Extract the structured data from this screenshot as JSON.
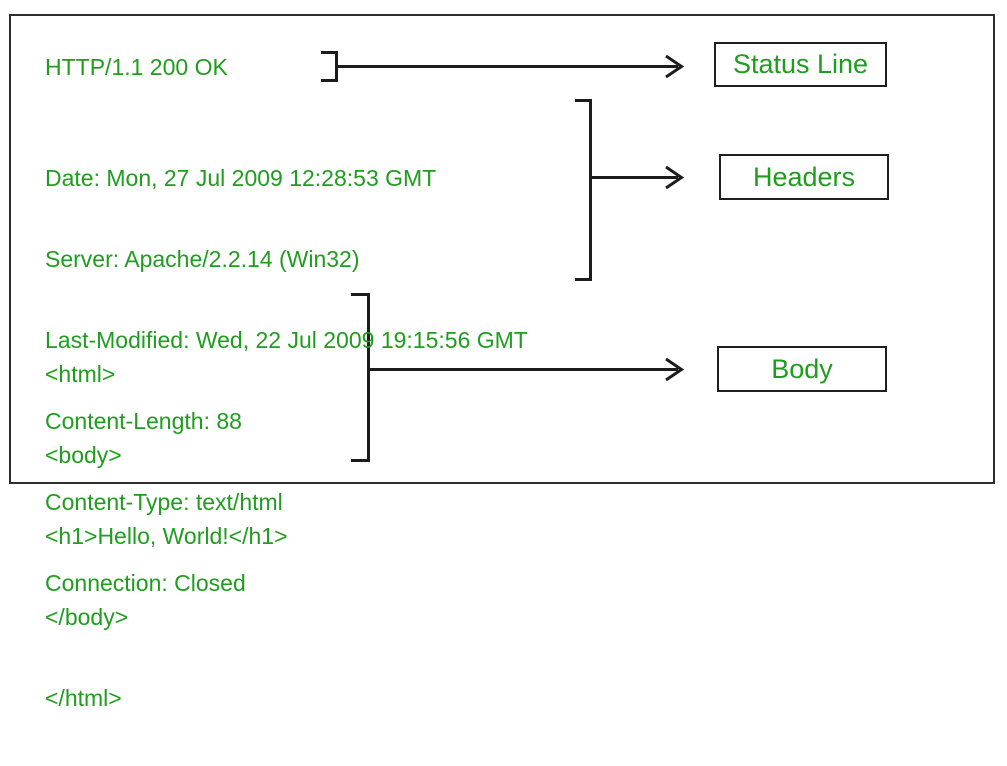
{
  "response": {
    "status_line": "HTTP/1.1 200 OK",
    "headers": [
      "Date: Mon, 27 Jul 2009 12:28:53 GMT",
      "Server: Apache/2.2.14 (Win32)",
      "Last-Modified: Wed, 22 Jul 2009 19:15:56 GMT",
      "Content-Length: 88",
      "Content-Type: text/html",
      "Connection: Closed"
    ],
    "body": [
      "<html>",
      "<body>",
      "<h1>Hello, World!</h1>",
      "</body>",
      "</html>"
    ]
  },
  "labels": {
    "status_line": "Status Line",
    "headers": "Headers",
    "body": "Body"
  },
  "colors": {
    "text_green": "#1f9d1f",
    "line_black": "#1c1c1c",
    "background": "#ffffff"
  }
}
